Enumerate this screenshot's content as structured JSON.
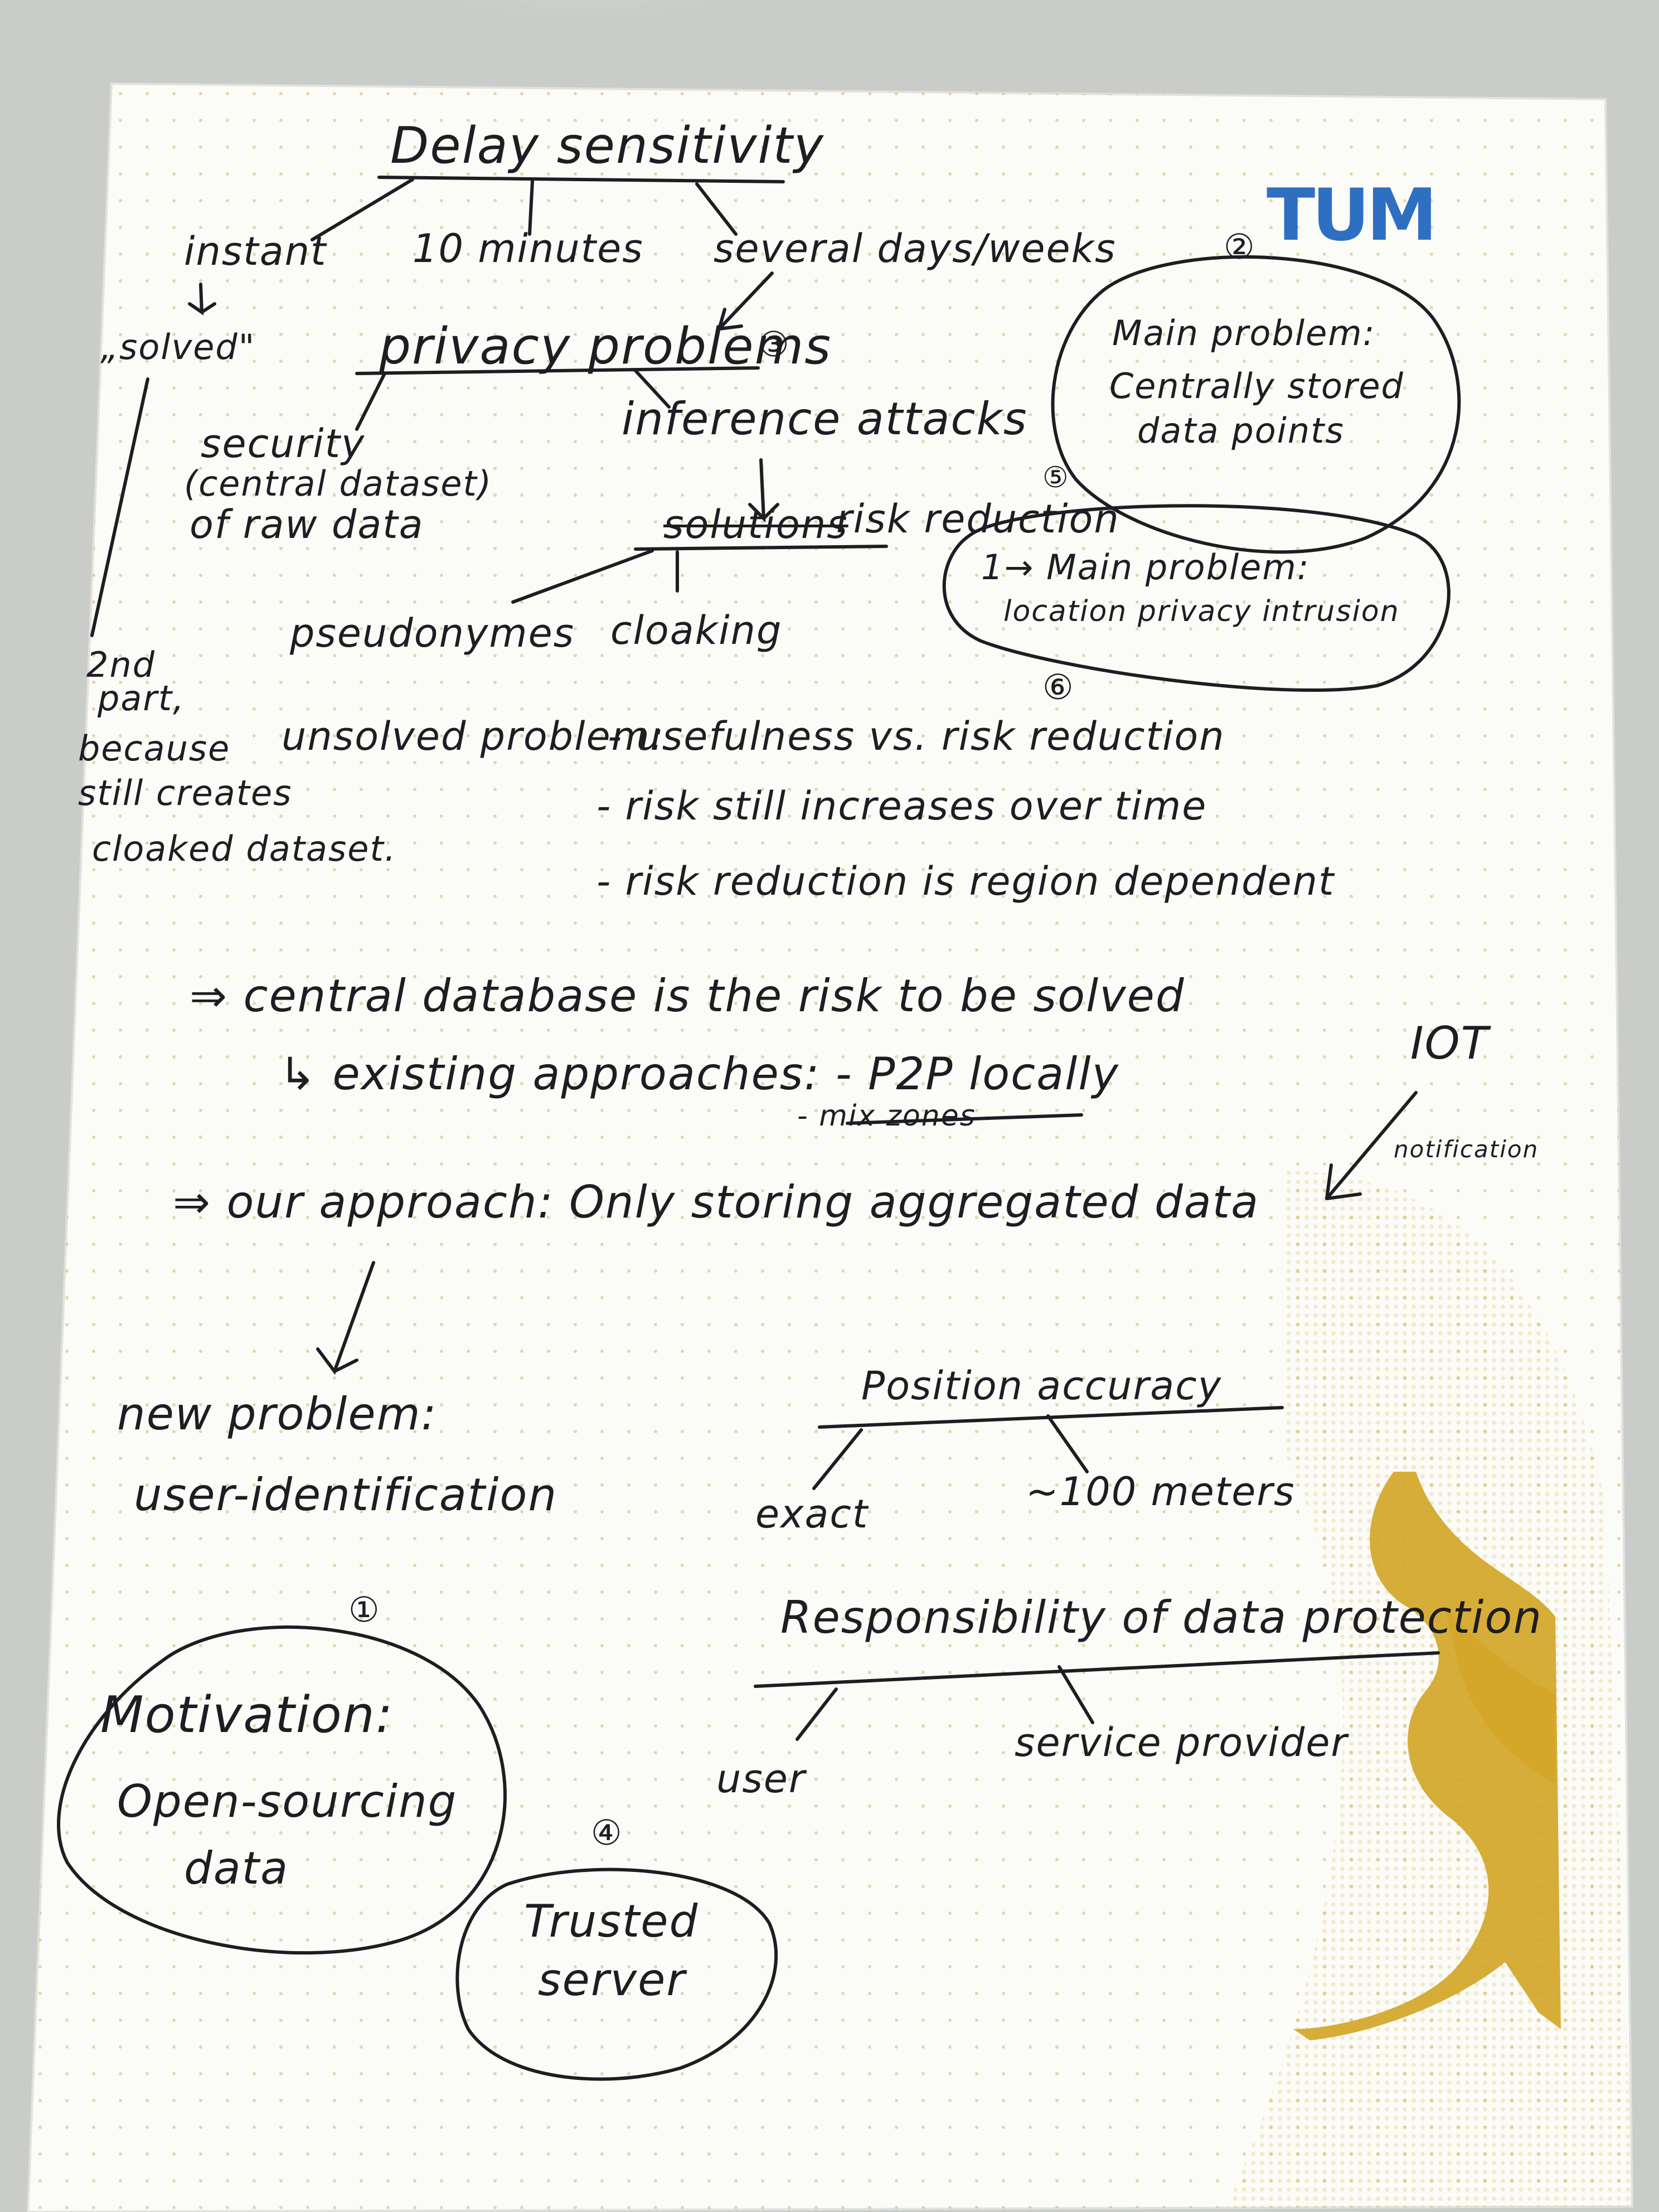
{
  "notes": {
    "logo": "TUM",
    "delay_title": "Delay sensitivity",
    "delay_instant": "instant",
    "delay_10min": "10 minutes",
    "delay_days": "several days/weeks",
    "solved": "„solved\"",
    "privacy_problems": "privacy problems",
    "num_3": "③",
    "security_1": "security",
    "security_2": "(central dataset)",
    "security_3": "of raw data",
    "inference": "inference attacks",
    "solutions_struck": "solutions",
    "risk_reduction": "risk reduction",
    "pseudonymes": "pseudonymes",
    "cloaking": "cloaking",
    "second_1": "2nd",
    "second_2": "part,",
    "second_3": "because",
    "second_4": "still creates",
    "second_5": "cloaked dataset.",
    "main_problem_1": "Main problem:",
    "main_problem_2": "Centrally stored",
    "main_problem_3": "data points",
    "num_2": "②",
    "num_5": "⑤",
    "loc_privacy_1": "1→ Main problem:",
    "loc_privacy_2": "location privacy intrusion",
    "num_6": "⑥",
    "unsolved_label": "unsolved problem:",
    "unsolved_1": "- usefulness vs. risk reduction",
    "unsolved_2": "- risk still increases over time",
    "unsolved_3": "- risk reduction is region dependent",
    "central_db": "⇒ central database is the risk to be solved",
    "existing": "↳ existing approaches: - P2P locally",
    "mix_zones": "- mix zones",
    "iot": "IOT",
    "iot_note": "notification",
    "our_approach": "⇒ our approach: Only storing aggregated data",
    "new_problem": "new problem:",
    "user_ident": "user-identification",
    "position_accuracy": "Position accuracy",
    "exact": "exact",
    "meters": "~100 meters",
    "responsibility": "Responsibility of data protection",
    "user": "user",
    "service_provider": "service provider",
    "num_1": "①",
    "motivation_1": "Motivation:",
    "motivation_2": "Open-sourcing",
    "motivation_3": "data",
    "num_4": "④",
    "trusted_1": "Trusted",
    "trusted_2": "server"
  },
  "colors": {
    "ink": "#1d1d22",
    "paper": "#fbfbf8",
    "logo_blue": "#2f6fc2",
    "swirl_gold": "#d3a628",
    "table": "#c9ccc9",
    "dots": "#d9b66a"
  }
}
